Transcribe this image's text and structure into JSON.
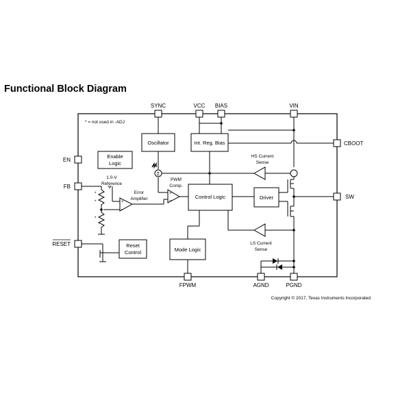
{
  "title": "Functional Block Diagram",
  "note": "* = not used in -ADJ",
  "copyright": "Copyright © 2017, Texas Instruments Incorporated",
  "pins": {
    "sync": "SYNC",
    "vcc": "VCC",
    "bias": "BIAS",
    "vin": "VIN",
    "cboot": "CBOOT",
    "en": "EN",
    "fb": "FB",
    "sw": "SW",
    "reset": "RESET",
    "fpwm": "FPWM",
    "agnd": "AGND",
    "pgnd": "PGND"
  },
  "blocks": {
    "oscillator": "Oscillator",
    "int_reg_bias": "Int. Reg. Bias",
    "enable_logic": [
      "Enable",
      "Logic"
    ],
    "reference": [
      "1.0-V",
      "Reference"
    ],
    "error_amplifier": [
      "Error",
      "Amplifier"
    ],
    "pwm_comp": [
      "PWM",
      "Comp."
    ],
    "control_logic": "Control Logic",
    "driver": "Driver",
    "hs_current_sense": [
      "HS Current",
      "Sense"
    ],
    "ls_current_sense": [
      "LS Current",
      "Sense"
    ],
    "mode_logic": "Mode Logic",
    "reset_control": [
      "Reset",
      "Control"
    ]
  },
  "symbols": {
    "sum": "Σ",
    "plus": "+",
    "minus": "–",
    "asterisk": "*"
  }
}
